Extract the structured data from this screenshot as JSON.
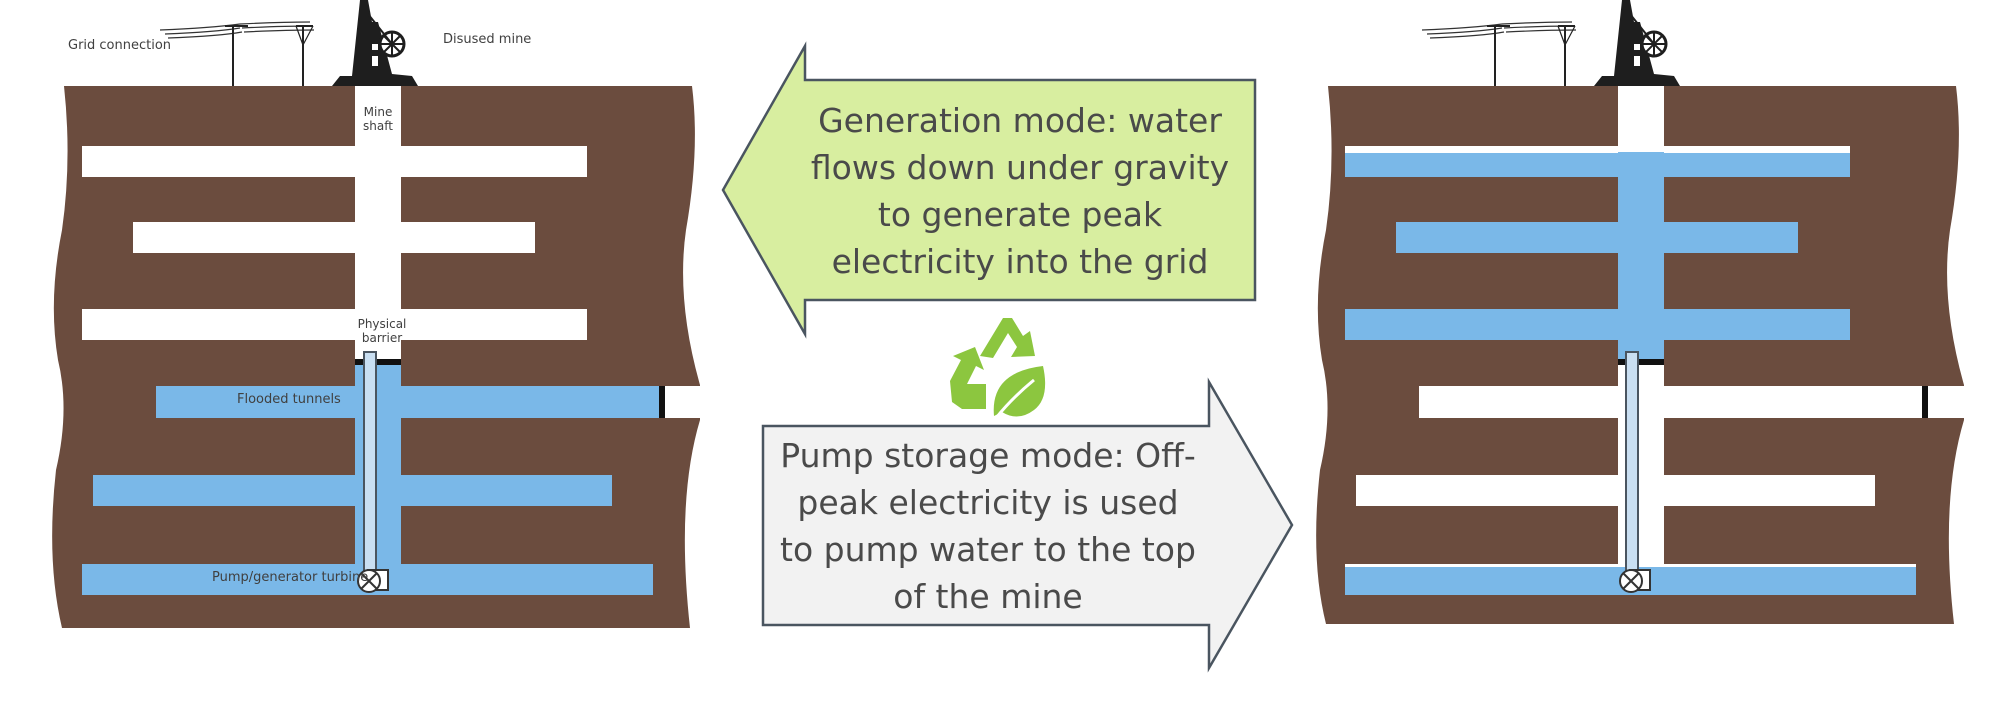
{
  "labels": {
    "grid_connection": "Grid connection",
    "disused_mine": "Disused mine",
    "mine_shaft": "Mine shaft",
    "physical_barrier": "Physical barrier",
    "flooded_tunnels": "Flooded tunnels",
    "pump_generator_turbine": "Pump/generator turbine"
  },
  "generation_mode": {
    "text": "Generation mode: water flows down under gravity to generate peak electricity into the grid"
  },
  "pump_storage_mode": {
    "text": "Pump storage mode: Off-peak electricity is used to pump water to the top of the mine"
  },
  "colors": {
    "earth": "#6b4c3e",
    "water": "#7ab8e8",
    "tunnel_empty": "#ffffff",
    "generation_box": "#d8eea0",
    "pump_box": "#f2f2f2",
    "recycle_icon": "#8cc63f",
    "outline": "#4a5560",
    "text": "#404040"
  },
  "icons": [
    "transmission-tower-icon",
    "mine-headframe-icon",
    "recycle-leaf-icon",
    "turbine-icon"
  ]
}
